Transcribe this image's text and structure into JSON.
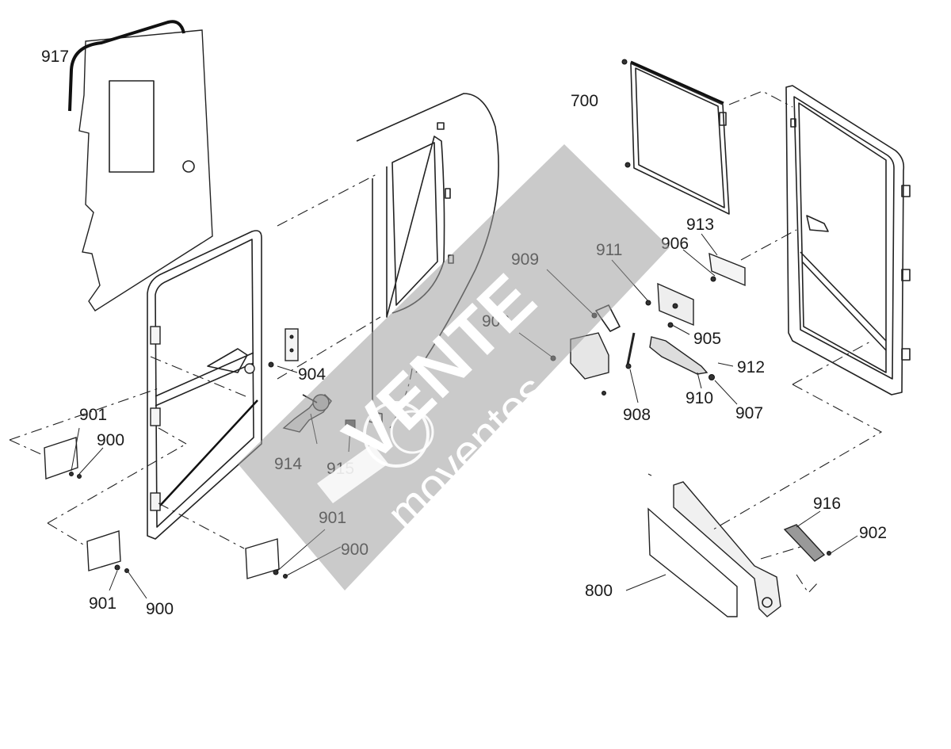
{
  "diagram": {
    "callouts": {
      "c917": "917",
      "c700": "700",
      "c913": "913",
      "c906": "906",
      "c911": "911",
      "c909": "909",
      "c903": "903",
      "c905": "905",
      "c912": "912",
      "c904": "904",
      "c910": "910",
      "c907": "907",
      "c908": "908",
      "c901a": "901",
      "c900a": "900",
      "c914": "914",
      "c915": "915",
      "c901b": "901",
      "c900b": "900",
      "c901c": "901",
      "c900c": "900",
      "c916": "916",
      "c902": "902",
      "c800": "800"
    },
    "watermark": {
      "brand": "VENTE",
      "domain": "moventes"
    }
  }
}
